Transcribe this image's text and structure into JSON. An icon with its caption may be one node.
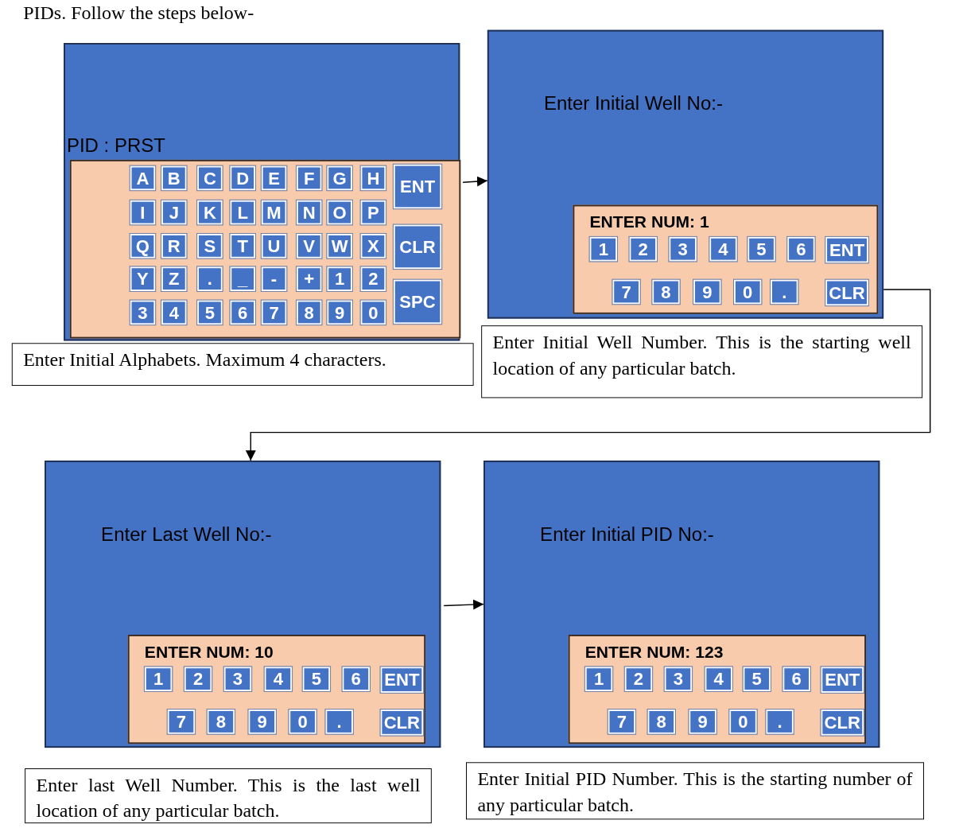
{
  "diagram": {
    "nodes": [
      {
        "text": [
          "PID   :    PRST"
        ]
      },
      {
        "text": [],
        "shape": "box",
        "in": 0
      },
      {
        "text": [
          "A"
        ],
        "in": 1
      },
      {
        "text": [
          "B"
        ],
        "in": 1
      },
      {
        "text": [
          "C"
        ],
        "in": 1
      },
      {
        "text": [
          "D"
        ],
        "in": 1
      },
      {
        "text": [
          "E"
        ],
        "in": 1
      },
      {
        "text": [
          "F"
        ],
        "in": 1
      },
      {
        "text": [
          "G"
        ],
        "in": 1
      },
      {
        "text": [
          "H"
        ],
        "in": 1
      },
      {
        "text": [
          "ENT"
        ],
        "in": 1
      },
      {
        "text": [
          "I"
        ],
        "in": 1
      },
      {
        "text": [
          "J"
        ],
        "in": 1
      },
      {
        "text": [
          "K"
        ],
        "in": 1
      },
      {
        "text": [
          "L"
        ],
        "in": 1
      },
      {
        "text": [
          "M"
        ],
        "in": 1
      },
      {
        "text": [
          "N"
        ],
        "in": 1
      },
      {
        "text": [
          "O"
        ],
        "in": 1
      },
      {
        "text": [
          "P"
        ],
        "in": 1
      },
      {
        "text": [
          "CLR"
        ],
        "in": 1
      },
      {
        "text": [
          "Q"
        ],
        "in": 1
      },
      {
        "text": [
          "R"
        ],
        "in": 1
      },
      {
        "text": [
          "S"
        ],
        "in": 1
      },
      {
        "text": [
          "T"
        ],
        "in": 1
      },
      {
        "text": [
          "U"
        ],
        "in": 1
      },
      {
        "text": [
          "V"
        ],
        "in": 1
      },
      {
        "text": [
          "W"
        ],
        "in": 1
      },
      {
        "text": [
          "X"
        ],
        "in": 1
      },
      {
        "text": [
          "Y"
        ],
        "in": 1
      },
      {
        "text": [
          "Z"
        ],
        "in": 1
      },
      {
        "text": [
          "."
        ],
        "in": 1
      },
      {
        "text": [
          "_"
        ],
        "in": 1
      },
      {
        "text": [
          "-"
        ],
        "in": 1
      },
      {
        "text": [
          "+"
        ],
        "in": 1
      },
      {
        "text": [
          "1"
        ],
        "in": 1
      },
      {
        "text": [
          "2"
        ],
        "in": 1
      },
      {
        "text": [
          "SPC"
        ],
        "in": 1
      },
      {
        "text": [
          "3"
        ],
        "in": 1
      },
      {
        "text": [
          "4"
        ],
        "in": 1
      },
      {
        "text": [
          "5"
        ],
        "in": 1
      },
      {
        "text": [
          "6"
        ],
        "in": 1
      },
      {
        "text": [
          "7"
        ],
        "in": 1
      },
      {
        "text": [
          "8"
        ],
        "in": 1
      },
      {
        "text": [
          "9"
        ],
        "in": 1
      },
      {
        "text": [
          "0"
        ],
        "in": 1
      },
      {
        "text": [
          "Enter Initial Alphabets. Maximum 4 characters."
        ]
      },
      {
        "text": [
          "Enter Initial Well No:-"
        ]
      },
      {
        "text": [
          "ENTER NUM:  1"
        ],
        "in": 46
      },
      {
        "text": [
          "1"
        ],
        "in": 47
      },
      {
        "text": [
          "2"
        ],
        "in": 47
      },
      {
        "text": [
          "3"
        ],
        "in": 47
      },
      {
        "text": [
          "4"
        ],
        "in": 47
      },
      {
        "text": [
          "5"
        ],
        "in": 47
      },
      {
        "text": [
          "6"
        ],
        "in": 47
      },
      {
        "text": [
          "ENT"
        ],
        "in": 47
      },
      {
        "text": [
          "7"
        ],
        "in": 47
      },
      {
        "text": [
          "8"
        ],
        "in": 47
      },
      {
        "text": [
          "9"
        ],
        "in": 47
      },
      {
        "text": [
          "0"
        ],
        "in": 47
      },
      {
        "text": [
          "."
        ],
        "in": 47
      },
      {
        "text": [
          "CLR"
        ],
        "in": 47
      },
      {
        "text": [
          "Enter Initial Well Number. This is the starting well location of any particular batch."
        ]
      },
      {
        "text": [
          "Enter Last Well No:-"
        ]
      },
      {
        "text": [
          "ENTER NUM:  10"
        ],
        "in": 62
      },
      {
        "text": [
          "1"
        ],
        "in": 63
      },
      {
        "text": [
          "2"
        ],
        "in": 63
      },
      {
        "text": [
          "3"
        ],
        "in": 63
      },
      {
        "text": [
          "4"
        ],
        "in": 63
      },
      {
        "text": [
          "5"
        ],
        "in": 63
      },
      {
        "text": [
          "6"
        ],
        "in": 63
      },
      {
        "text": [
          "ENT"
        ],
        "in": 63
      },
      {
        "text": [
          "7"
        ],
        "in": 63
      },
      {
        "text": [
          "8"
        ],
        "in": 63
      },
      {
        "text": [
          "9"
        ],
        "in": 63
      },
      {
        "text": [
          "0"
        ],
        "in": 63
      },
      {
        "text": [
          "."
        ],
        "in": 63
      },
      {
        "text": [
          "CLR"
        ],
        "in": 63
      },
      {
        "text": [
          "Enter last Well Number. This is the last well location of any particular batch."
        ]
      },
      {
        "text": [
          "Enter Initial PID No:-"
        ]
      },
      {
        "text": [
          "ENTER NUM:  123"
        ],
        "in": 78
      },
      {
        "text": [
          "1"
        ],
        "in": 79
      },
      {
        "text": [
          "2"
        ],
        "in": 79
      },
      {
        "text": [
          "3"
        ],
        "in": 79
      },
      {
        "text": [
          "4"
        ],
        "in": 79
      },
      {
        "text": [
          "5"
        ],
        "in": 79
      },
      {
        "text": [
          "6"
        ],
        "in": 79
      },
      {
        "text": [
          "ENT"
        ],
        "in": 79
      },
      {
        "text": [
          "7"
        ],
        "in": 79
      },
      {
        "text": [
          "8"
        ],
        "in": 79
      },
      {
        "text": [
          "9"
        ],
        "in": 79
      },
      {
        "text": [
          "0"
        ],
        "in": 79
      },
      {
        "text": [
          "."
        ],
        "in": 79
      },
      {
        "text": [
          "CLR"
        ],
        "in": 79
      },
      {
        "text": [
          "Enter Initial PID Number. This is the starting number of any particular batch."
        ]
      }
    ],
    "edges": [
      {
        "from": 0,
        "to": 46,
        "arrow": "to"
      },
      {
        "from": 46,
        "to": 62,
        "arrow": "to"
      },
      {
        "from": 62,
        "to": 78,
        "arrow": "to"
      }
    ],
    "labels": [
      "PIDs. Follow the steps below-"
    ]
  }
}
